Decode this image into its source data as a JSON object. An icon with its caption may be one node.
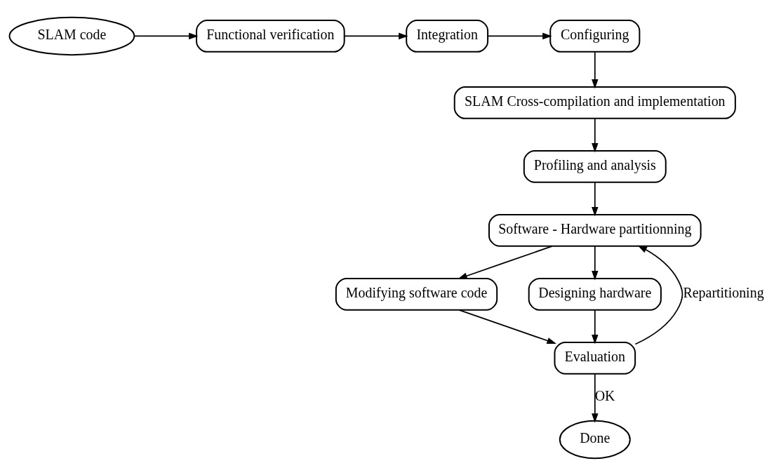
{
  "diagram": {
    "nodes": [
      {
        "text": [
          "SLAM code"
        ]
      },
      {
        "text": [
          "Functional verification"
        ]
      },
      {
        "text": [
          "Integration"
        ]
      },
      {
        "text": [
          "Configuring"
        ]
      },
      {
        "text": [
          "SLAM Cross-compilation and implementation"
        ]
      },
      {
        "text": [
          "Profiling and analysis"
        ]
      },
      {
        "text": [
          "Modifying software code"
        ]
      },
      {
        "text": [
          "Software - Hardware partitionning"
        ]
      },
      {
        "text": [
          "Done"
        ]
      },
      {
        "text": [
          "Evaluation"
        ]
      },
      {
        "text": [
          "Designing hardware"
        ]
      }
    ],
    "edges": [
      {
        "from": 0,
        "to": 1,
        "arrow": "to"
      },
      {
        "from": 1,
        "to": 2,
        "arrow": "to"
      },
      {
        "from": 2,
        "to": 3,
        "arrow": "to"
      },
      {
        "from": 3,
        "to": 4,
        "arrow": "to"
      },
      {
        "from": 4,
        "to": 5,
        "arrow": "to"
      },
      {
        "from": 5,
        "to": 7,
        "arrow": "to"
      },
      {
        "from": 7,
        "to": 6,
        "arrow": "to"
      },
      {
        "from": 7,
        "to": 10,
        "arrow": "to"
      },
      {
        "from": 6,
        "to": 9,
        "arrow": "to"
      },
      {
        "from": 10,
        "to": 9,
        "arrow": "to"
      },
      {
        "from": 9,
        "to": 8,
        "arrow": "to",
        "label": "OK"
      },
      {
        "from": 9,
        "to": 7,
        "arrow": "to",
        "label": "Repartitioning"
      }
    ]
  }
}
